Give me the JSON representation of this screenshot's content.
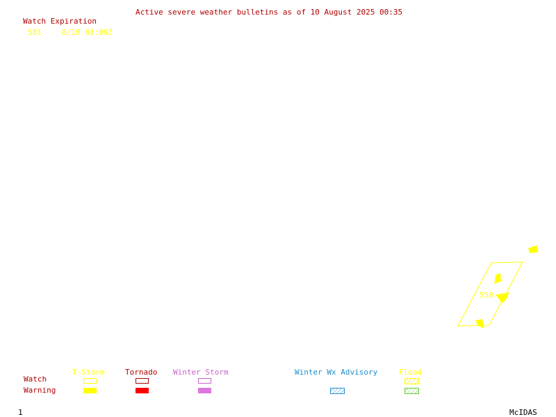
{
  "header": {
    "title": "Active severe weather bulletins as of 10 August 2025 00:35"
  },
  "watch_table": {
    "header": "Watch Expiration",
    "rows": [
      {
        "number": "581",
        "expiration": "8/10 03:00Z"
      }
    ]
  },
  "map": {
    "watch_label": "558"
  },
  "legend": {
    "row_labels": {
      "watch": "Watch",
      "warning": "Warning"
    },
    "categories": [
      {
        "label": "T-Storm",
        "color": "#ffff00",
        "watch_style": "outline",
        "warning_style": "solid"
      },
      {
        "label": "Tornado",
        "color": "#b00000",
        "watch_style": "outline",
        "warning_style": "solid",
        "warning_color": "#ff0000"
      },
      {
        "label": "Winter Storm",
        "color": "#cc66cc",
        "watch_style": "outline",
        "warning_style": "solid",
        "warning_color": "#dd77dd"
      },
      {
        "label": "Winter Wx Advisory",
        "color": "#1f8fcf",
        "watch_style": "none",
        "warning_style": "hatched"
      },
      {
        "label": "Flood",
        "color": "#ffff00",
        "watch_style": "hatched",
        "warning_style": "hatched",
        "warning_color": "#66cc33"
      }
    ]
  },
  "footer": {
    "frame_number": "1",
    "brand": "McIDAS"
  }
}
